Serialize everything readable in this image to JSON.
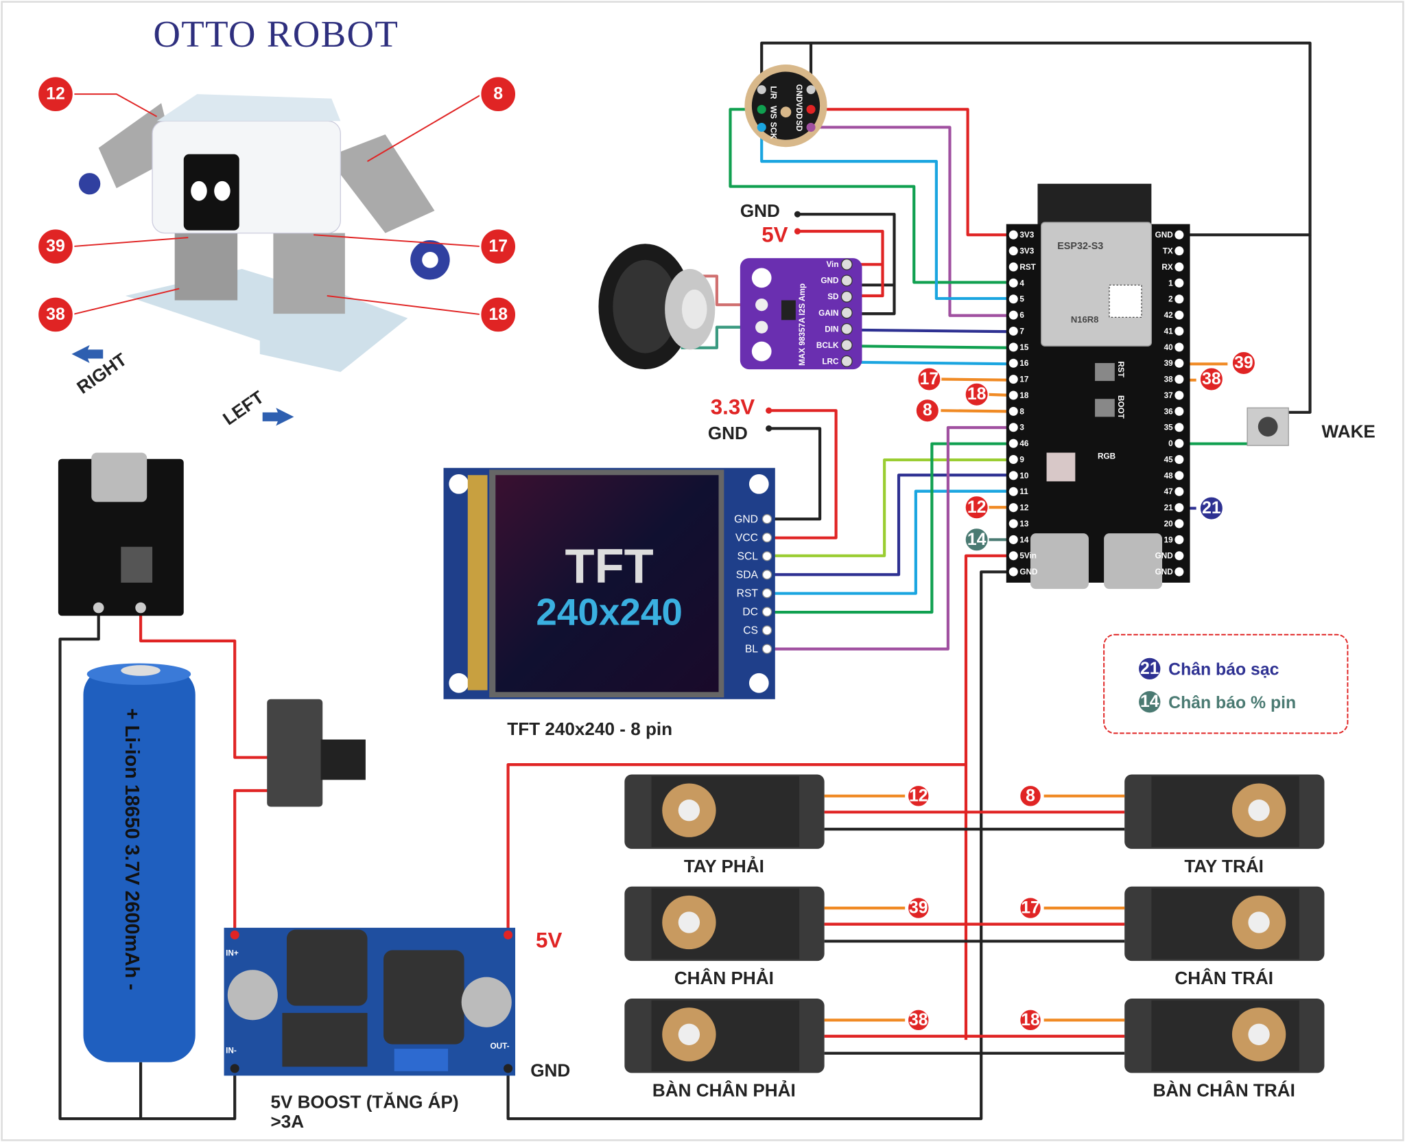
{
  "title": "OTTO ROBOT",
  "robot": {
    "callouts": [
      "12",
      "8",
      "39",
      "17",
      "38",
      "18"
    ],
    "right_label": "RIGHT",
    "left_label": "LEFT"
  },
  "microphone": {
    "pins": [
      "L/R",
      "WS",
      "SCK",
      "GND",
      "VDD",
      "SD"
    ]
  },
  "amp": {
    "name": "MAX 98357A I2S Amp",
    "pins": [
      "Vin",
      "GND",
      "SD",
      "GAIN",
      "DIN",
      "BCLK",
      "LRC"
    ],
    "gnd_label": "GND",
    "v5_label": "5V"
  },
  "esp32": {
    "module": "ESP32-S3",
    "variant": "N16R8",
    "left_pins": [
      "3V3",
      "3V3",
      "RST",
      "4",
      "5",
      "6",
      "7",
      "15",
      "16",
      "17",
      "18",
      "8",
      "3",
      "46",
      "9",
      "10",
      "11",
      "12",
      "13",
      "14",
      "5Vin",
      "GND"
    ],
    "right_pins": [
      "GND",
      "TX",
      "RX",
      "1",
      "2",
      "42",
      "41",
      "40",
      "39",
      "38",
      "37",
      "36",
      "35",
      "0",
      "45",
      "48",
      "47",
      "21",
      "20",
      "19",
      "GND",
      "GND"
    ],
    "rst_label": "RST",
    "boot_label": "BOOT",
    "rgb_label": "RGB",
    "callouts_left": [
      "17",
      "18",
      "8",
      "12",
      "14"
    ],
    "callouts_right": [
      "39",
      "38",
      "21"
    ]
  },
  "wake": {
    "label": "WAKE"
  },
  "tft": {
    "screen_line1": "TFT",
    "screen_line2": "240x240",
    "pins": [
      "GND",
      "VCC",
      "SCL",
      "SDA",
      "RST",
      "DC",
      "CS",
      "BL"
    ],
    "caption": "TFT 240x240 - 8 pin",
    "v33_label": "3.3V",
    "gnd_label": "GND"
  },
  "battery": {
    "text": "+ Li-ion 18650 3.7V 2600mAh -"
  },
  "boost": {
    "caption_line1": "5V BOOST (TĂNG ÁP)",
    "caption_line2": ">3A",
    "out_label": "5V",
    "gnd_label": "GND",
    "pin_in_plus": "IN+",
    "pin_in_minus": "IN-",
    "pin_out_minus": "OUT-"
  },
  "servos": [
    {
      "label": "TAY PHẢI",
      "pin": "12"
    },
    {
      "label": "TAY TRÁI",
      "pin": "8"
    },
    {
      "label": "CHÂN PHẢI",
      "pin": "39"
    },
    {
      "label": "CHÂN TRÁI",
      "pin": "17"
    },
    {
      "label": "BÀN CHÂN PHẢI",
      "pin": "38"
    },
    {
      "label": "BÀN CHÂN TRÁI",
      "pin": "18"
    }
  ],
  "legend": {
    "items": [
      {
        "pin": "21",
        "text": "Chân báo sạc",
        "color": "#2e3192"
      },
      {
        "pin": "14",
        "text": "Chân báo % pin",
        "color": "#4a7a72"
      }
    ]
  },
  "colors": {
    "red": "#e02424",
    "black": "#222222",
    "green": "#10a050",
    "blue": "#1aa5e0",
    "purple": "#a050a0",
    "navy": "#2e3192",
    "lime": "#9acd32",
    "orange": "#f08a24",
    "teal": "#4a7a72"
  }
}
